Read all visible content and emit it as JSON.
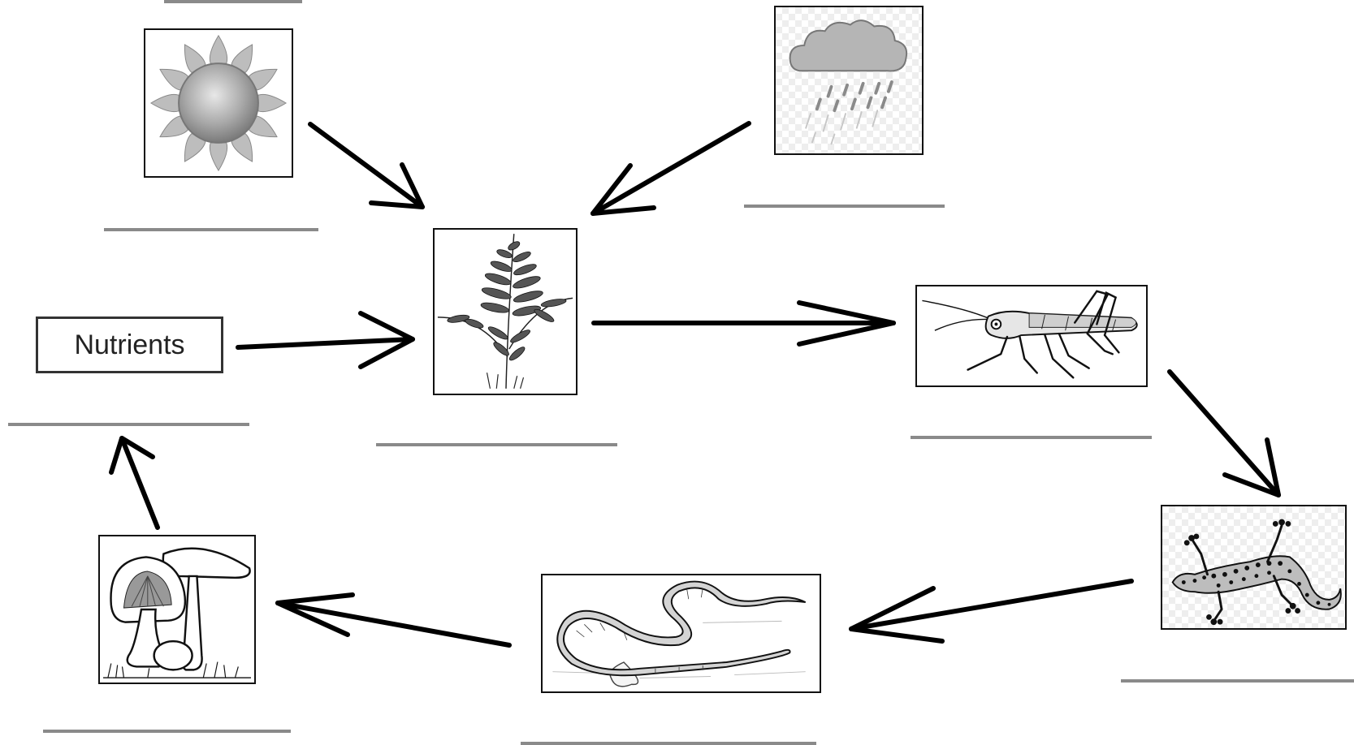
{
  "diagram": {
    "nodes": [
      {
        "id": "sun",
        "icon": "sun-icon"
      },
      {
        "id": "rain",
        "icon": "rain-cloud-icon"
      },
      {
        "id": "nutrients",
        "label": "Nutrients"
      },
      {
        "id": "fern",
        "icon": "fern-plant-icon"
      },
      {
        "id": "grasshopper",
        "icon": "grasshopper-icon"
      },
      {
        "id": "lizard",
        "icon": "gecko-lizard-icon"
      },
      {
        "id": "snake",
        "icon": "snake-icon"
      },
      {
        "id": "mushroom",
        "icon": "mushroom-icon"
      }
    ],
    "edges": [
      {
        "from": "sun",
        "to": "fern"
      },
      {
        "from": "rain",
        "to": "fern"
      },
      {
        "from": "nutrients",
        "to": "fern"
      },
      {
        "from": "fern",
        "to": "grasshopper"
      },
      {
        "from": "grasshopper",
        "to": "lizard"
      },
      {
        "from": "lizard",
        "to": "snake"
      },
      {
        "from": "snake",
        "to": "mushroom"
      },
      {
        "from": "mushroom",
        "to": "nutrients"
      }
    ]
  }
}
